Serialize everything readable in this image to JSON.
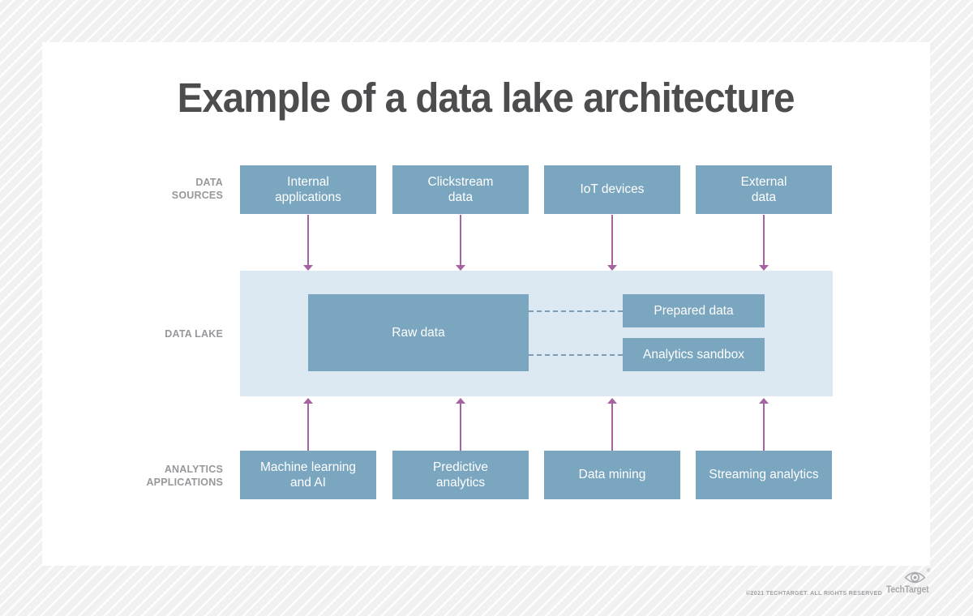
{
  "title": "Example of a data lake architecture",
  "row_labels": {
    "sources": [
      "DATA",
      "SOURCES"
    ],
    "lake": [
      "DATA LAKE"
    ],
    "analytics": [
      "ANALYTICS",
      "APPLICATIONS"
    ]
  },
  "data_sources": [
    {
      "name": "internal-applications",
      "lines": [
        "Internal",
        "applications"
      ]
    },
    {
      "name": "clickstream-data",
      "lines": [
        "Clickstream",
        "data"
      ]
    },
    {
      "name": "iot-devices",
      "lines": [
        "IoT devices"
      ]
    },
    {
      "name": "external-data",
      "lines": [
        "External",
        "data"
      ]
    }
  ],
  "data_lake": {
    "raw": "Raw data",
    "prepared": "Prepared data",
    "sandbox": "Analytics sandbox"
  },
  "analytics_applications": [
    {
      "name": "machine-learning-and-ai",
      "lines": [
        "Machine learning",
        "and AI"
      ]
    },
    {
      "name": "predictive-analytics",
      "lines": [
        "Predictive",
        "analytics"
      ]
    },
    {
      "name": "data-mining",
      "lines": [
        "Data mining"
      ]
    },
    {
      "name": "streaming-analytics",
      "lines": [
        "Streaming analytics"
      ]
    }
  ],
  "footer": {
    "copyright": "©2021 TECHTARGET. ALL RIGHTS RESERVED",
    "brand": "TechTarget",
    "registered_mark": "®"
  },
  "colors": {
    "box_blue": "#7aa6bf",
    "lake_fill": "#dce8f2",
    "arrow_purple": "#a763a1",
    "dashed_line": "#7d9cb8",
    "title_gray": "#4d4d4f",
    "label_gray": "#96989b",
    "footer_gray": "#a0a2a5",
    "background_gray": "#f1f1f2",
    "card_white": "#ffffff"
  }
}
